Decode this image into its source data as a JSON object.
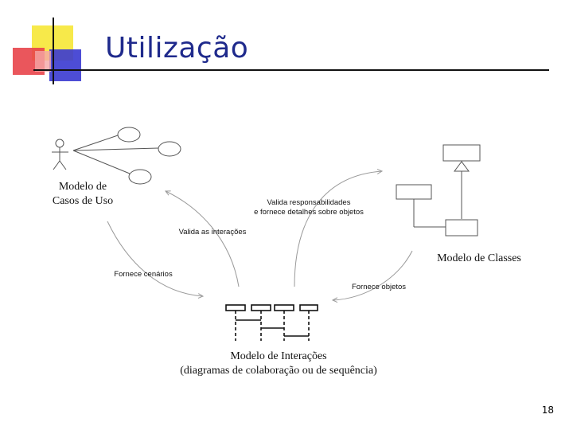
{
  "slide": {
    "title": "Utilização",
    "number": "18"
  },
  "diagram": {
    "nodes": {
      "use_case_model": {
        "line1": "Modelo de",
        "line2": "Casos de Uso"
      },
      "class_model": {
        "label": "Modelo de Classes"
      },
      "interaction_model": {
        "line1": "Modelo de Interações",
        "line2": "(diagramas de colaboração ou de sequência)"
      }
    },
    "edges": {
      "validates_interactions": "Valida as interações",
      "provides_scenarios": "Fornece cenários",
      "validates_responsibilities_line1": "Valida responsabilidades",
      "validates_responsibilities_line2": "e fornece detalhes sobre objetos",
      "provides_objects": "Fornece objetos"
    }
  },
  "colors": {
    "title": "#1f2a8c",
    "accent_yellow": "#f7e94a",
    "accent_red": "#e8444a",
    "accent_blue": "#3a3ad0",
    "diagram_stroke": "#555555",
    "arrow_stroke": "#9a9a9a"
  }
}
